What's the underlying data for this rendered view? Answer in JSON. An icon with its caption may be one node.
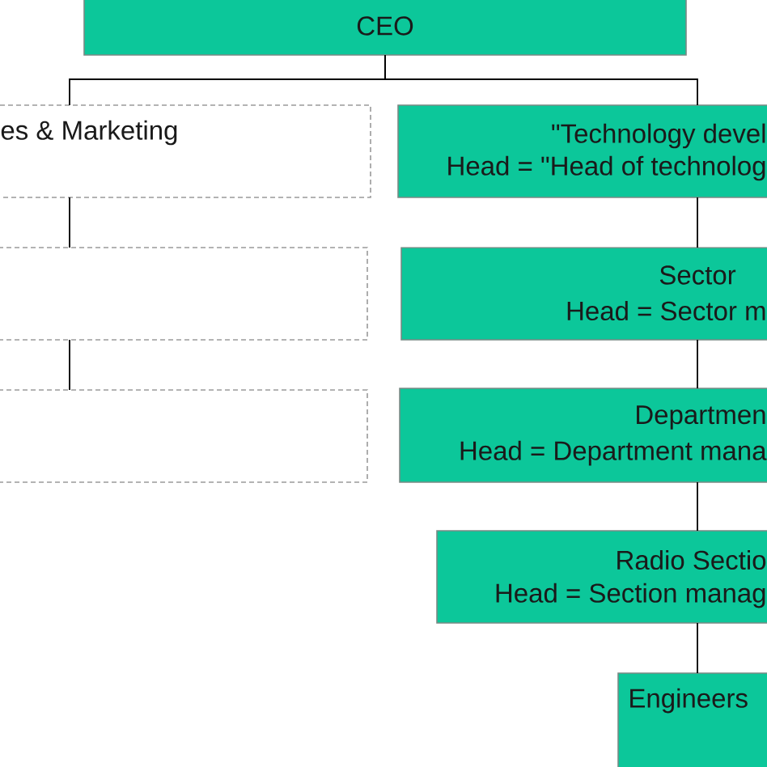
{
  "diagram": {
    "nodes": [
      {
        "text": [
          "CEO"
        ]
      },
      {
        "text": [
          "es & Marketing"
        ]
      },
      {
        "text": [
          "\"Technology devel",
          "Head = \"Head of technolog"
        ]
      },
      {
        "text": [],
        "shape": "box"
      },
      {
        "text": [
          "Sector",
          "Head = Sector m"
        ]
      },
      {
        "text": [],
        "shape": "box"
      },
      {
        "text": [
          "Departmen",
          "Head = Department mana"
        ]
      },
      {
        "text": [
          "Radio Sectio",
          "Head = Section manag"
        ]
      },
      {
        "text": [
          "Engineers"
        ]
      }
    ],
    "edges": [
      {
        "from": 0,
        "to": 1,
        "arrow": "none"
      },
      {
        "from": 0,
        "to": 2,
        "arrow": "none"
      },
      {
        "from": 1,
        "to": 3,
        "arrow": "none"
      },
      {
        "from": 3,
        "to": 5,
        "arrow": "none"
      },
      {
        "from": 2,
        "to": 4,
        "arrow": "none"
      },
      {
        "from": 4,
        "to": 6,
        "arrow": "none"
      },
      {
        "from": 6,
        "to": 7,
        "arrow": "none"
      },
      {
        "from": 7,
        "to": 8,
        "arrow": "none"
      }
    ]
  }
}
